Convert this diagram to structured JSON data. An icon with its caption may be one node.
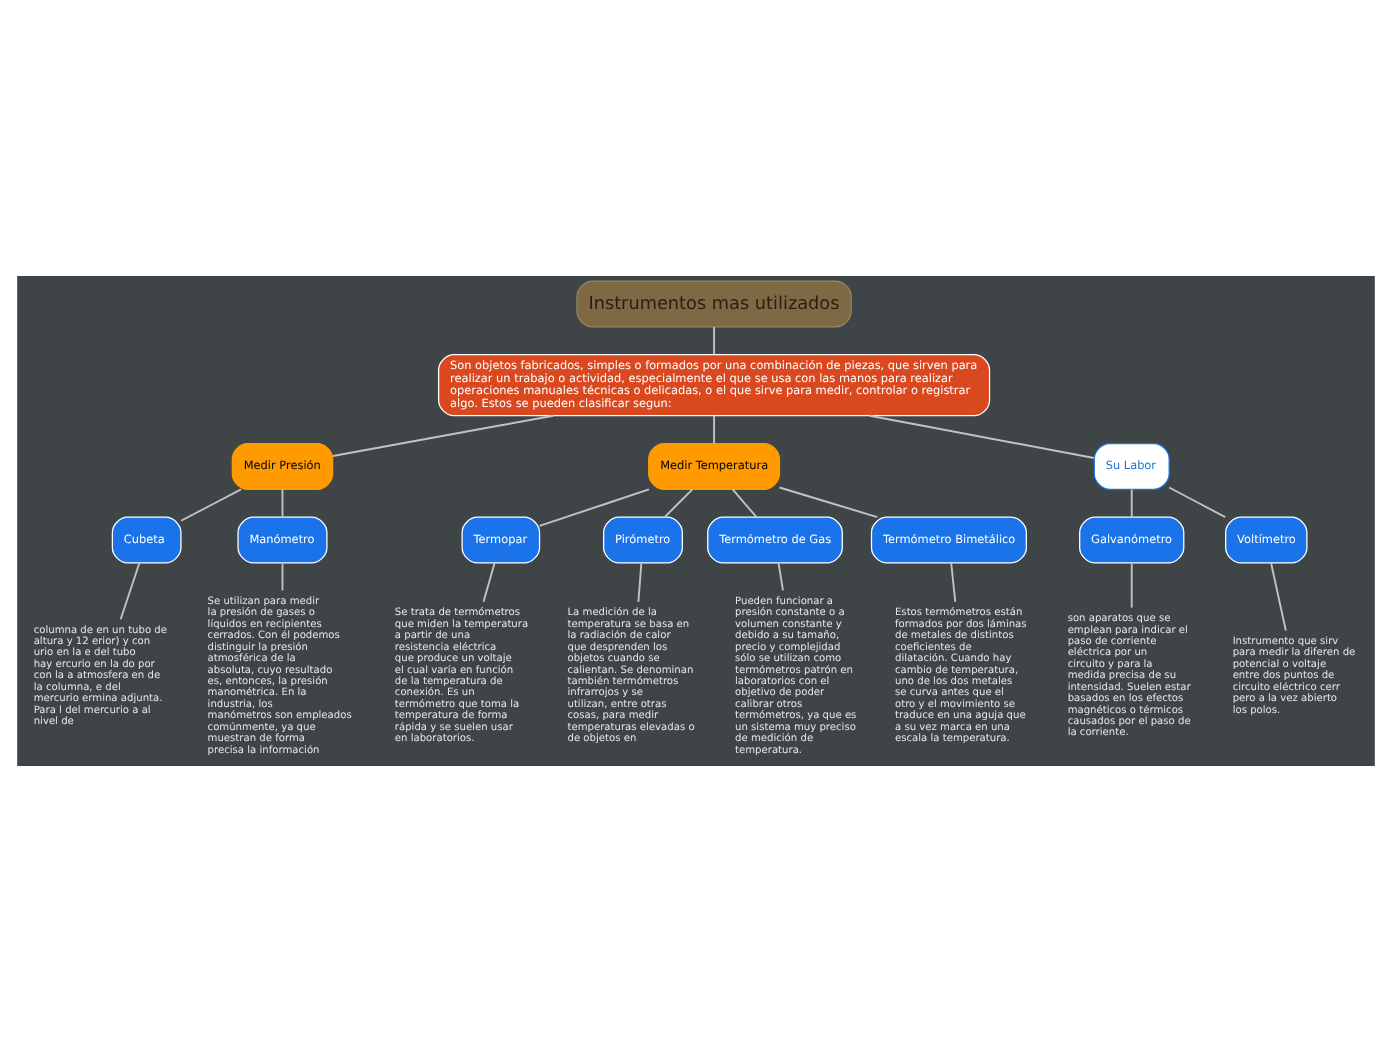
{
  "diagram": {
    "nodes": [
      {
        "text": [
          "Instrumentos mas utilizados"
        ]
      },
      {
        "text": [
          "Son objetos fabricados, simples o formados por una combinación de piezas, que sirven para realizar un trabajo o actividad, especialmente el que se usa con las manos para realizar operaciones manuales técnicas o delicadas, o el que sirve para medir, controlar o registrar algo. Estos se pueden clasificar segun:"
        ]
      },
      {
        "text": [
          "Medir Presión"
        ]
      },
      {
        "text": [
          "Medir Temperatura"
        ]
      },
      {
        "text": [
          "Su Labor"
        ]
      },
      {
        "text": [
          "Cubeta"
        ]
      },
      {
        "text": [
          "Manómetro"
        ]
      },
      {
        "text": [
          "Termopar"
        ]
      },
      {
        "text": [
          "Pirómetro"
        ]
      },
      {
        "text": [
          "Termómetro de Gas"
        ]
      },
      {
        "text": [
          "Termómetro Bimetálico"
        ]
      },
      {
        "text": [
          "Galvanómetro"
        ]
      },
      {
        "text": [
          "Voltímetro"
        ]
      },
      {
        "text": [
          "columna de en un tubo de altura y 12 erior) y con urio en la e del tubo hay ercurio en la do por con la a atmosfera en de la columna, e del mercurio ermina adjunta. Para l del mercurio a al nivel de"
        ]
      },
      {
        "text": [
          "Se utilizan para medir la presión de gases o líquidos en recipientes cerrados. Con él podemos distinguir la presión atmosférica de la absoluta, cuyo resultado es, entonces, la presión manométrica. En la industria, los manómetros son empleados comúnmente, ya que muestran de forma precisa la información"
        ]
      },
      {
        "text": [
          "Se trata de termómetros que miden la temperatura a partir de una resistencia eléctrica que produce un voltaje el cual varía en función de la temperatura de conexión. Es un termómetro que toma la temperatura de forma rápida y se suelen usar en laboratorios."
        ]
      },
      {
        "text": [
          "La medición de la temperatura se basa en la radiación de calor que desprenden los objetos cuando se calientan. Se denominan también termómetros infrarrojos y se utilizan, entre otras cosas, para medir temperaturas elevadas o de objetos en"
        ]
      },
      {
        "text": [
          "Pueden funcionar a presión constante o a volumen constante y debido a su tamaño, precio y complejidad sólo se utilizan como termómetros patrón en laboratorios con el objetivo de poder calibrar otros termómetros, ya que es un sistema muy preciso de medición de temperatura."
        ]
      },
      {
        "text": [
          "Estos termómetros están formados por dos láminas de metales de distintos coeficientes de dilatación. Cuando hay cambio de temperatura, uno de los dos metales se curva antes que el otro y el movimiento se traduce en una aguja que a su vez marca en una escala la temperatura."
        ]
      },
      {
        "text": [
          "son aparatos que se emplean para indicar el paso de corriente eléctrica por un circuito y para la medida precisa de su intensidad. Suelen estar basados en los efectos magnéticos o térmicos causados por el paso de la corriente."
        ]
      },
      {
        "text": [
          "Instrumento que sirv para medir la diferen de potencial o voltaje entre dos puntos de circuito eléctrico cerr pero a la vez abierto los polos."
        ]
      }
    ],
    "edges": [
      {
        "from": 0,
        "to": 1,
        "arrow": "none"
      },
      {
        "from": 1,
        "to": 2,
        "arrow": "none"
      },
      {
        "from": 1,
        "to": 3,
        "arrow": "none"
      },
      {
        "from": 1,
        "to": 4,
        "arrow": "none"
      },
      {
        "from": 2,
        "to": 5,
        "arrow": "none"
      },
      {
        "from": 2,
        "to": 6,
        "arrow": "none"
      },
      {
        "from": 3,
        "to": 7,
        "arrow": "none"
      },
      {
        "from": 3,
        "to": 8,
        "arrow": "none"
      },
      {
        "from": 3,
        "to": 9,
        "arrow": "none"
      },
      {
        "from": 3,
        "to": 10,
        "arrow": "none"
      },
      {
        "from": 4,
        "to": 11,
        "arrow": "none"
      },
      {
        "from": 4,
        "to": 12,
        "arrow": "none"
      },
      {
        "from": 5,
        "to": 13,
        "arrow": "none"
      },
      {
        "from": 6,
        "to": 14,
        "arrow": "none"
      },
      {
        "from": 7,
        "to": 15,
        "arrow": "none"
      },
      {
        "from": 8,
        "to": 16,
        "arrow": "none"
      },
      {
        "from": 9,
        "to": 17,
        "arrow": "none"
      },
      {
        "from": 10,
        "to": 18,
        "arrow": "none"
      },
      {
        "from": 11,
        "to": 19,
        "arrow": "none"
      },
      {
        "from": 12,
        "to": 20,
        "arrow": "none"
      }
    ]
  }
}
